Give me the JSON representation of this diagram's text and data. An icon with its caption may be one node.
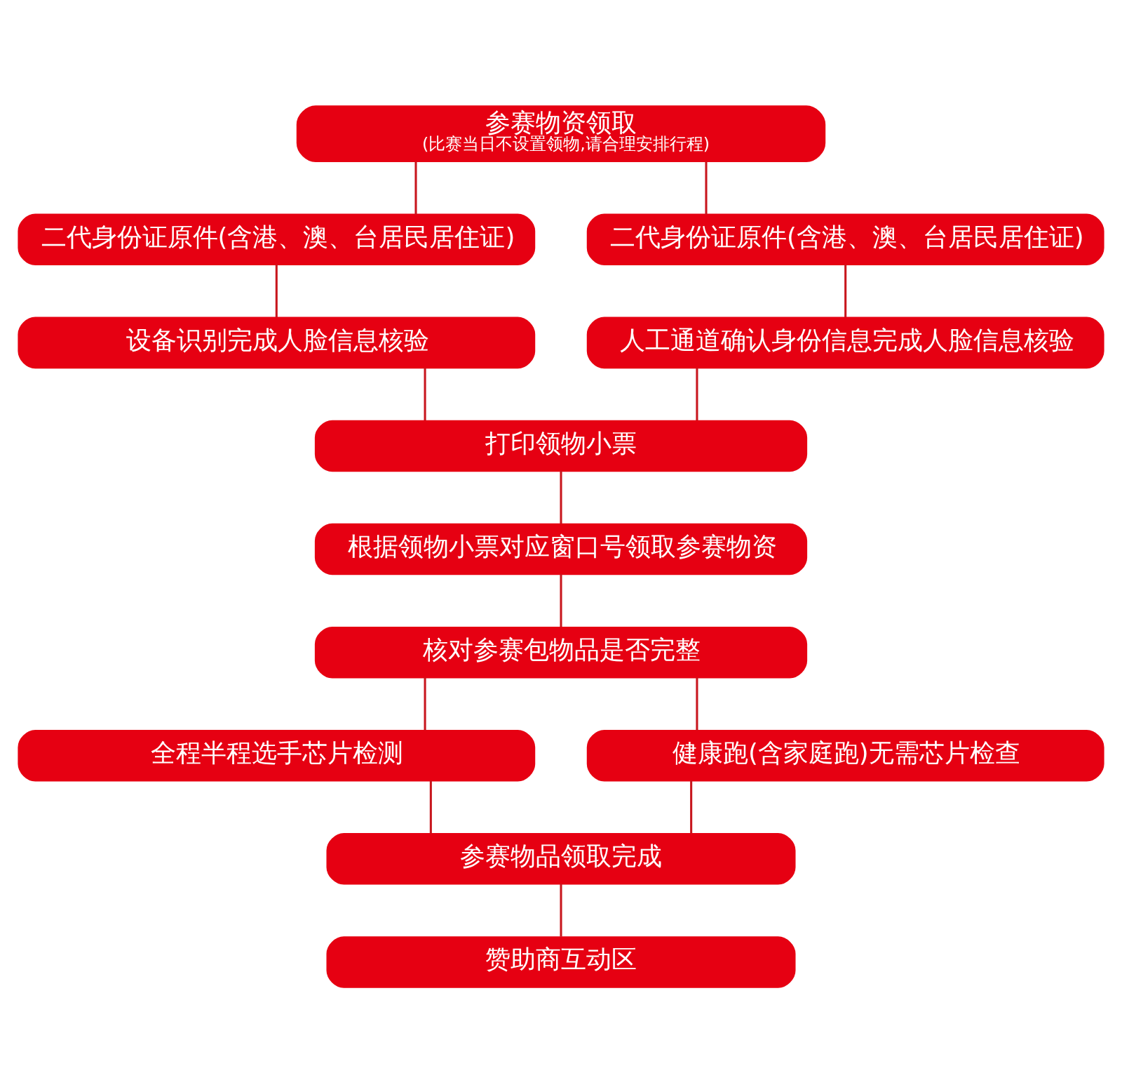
{
  "diagram": {
    "nodes": [
      {
        "text": [
          "参赛物资领取",
          "(比赛当日不设置领物,请合理安排行程)"
        ]
      },
      {
        "text": [
          "二代身份证原件(含港、澳、台居民居住证)"
        ]
      },
      {
        "text": [
          "二代身份证原件(含港、澳、台居民居住证)"
        ]
      },
      {
        "text": [
          "设备识别完成人脸信息核验"
        ]
      },
      {
        "text": [
          "人工通道确认身份信息完成人脸信息核验"
        ]
      },
      {
        "text": [
          "打印领物小票"
        ]
      },
      {
        "text": [
          "根据领物小票对应窗口号领取参赛物资"
        ]
      },
      {
        "text": [
          "核对参赛包物品是否完整"
        ]
      },
      {
        "text": [
          "全程半程选手芯片检测"
        ]
      },
      {
        "text": [
          "健康跑(含家庭跑)无需芯片检查"
        ]
      },
      {
        "text": [
          "参赛物品领取完成"
        ]
      },
      {
        "text": [
          "赞助商互动区"
        ]
      }
    ],
    "edges": [
      {
        "from": 0,
        "to": 1,
        "arrow": "none"
      },
      {
        "from": 0,
        "to": 2,
        "arrow": "none"
      },
      {
        "from": 1,
        "to": 3,
        "arrow": "none"
      },
      {
        "from": 2,
        "to": 4,
        "arrow": "none"
      },
      {
        "from": 3,
        "to": 5,
        "arrow": "none"
      },
      {
        "from": 4,
        "to": 5,
        "arrow": "none"
      },
      {
        "from": 5,
        "to": 6,
        "arrow": "none"
      },
      {
        "from": 6,
        "to": 7,
        "arrow": "none"
      },
      {
        "from": 7,
        "to": 8,
        "arrow": "none"
      },
      {
        "from": 7,
        "to": 9,
        "arrow": "none"
      },
      {
        "from": 8,
        "to": 10,
        "arrow": "none"
      },
      {
        "from": 9,
        "to": 10,
        "arrow": "none"
      },
      {
        "from": 10,
        "to": 11,
        "arrow": "none"
      }
    ]
  }
}
